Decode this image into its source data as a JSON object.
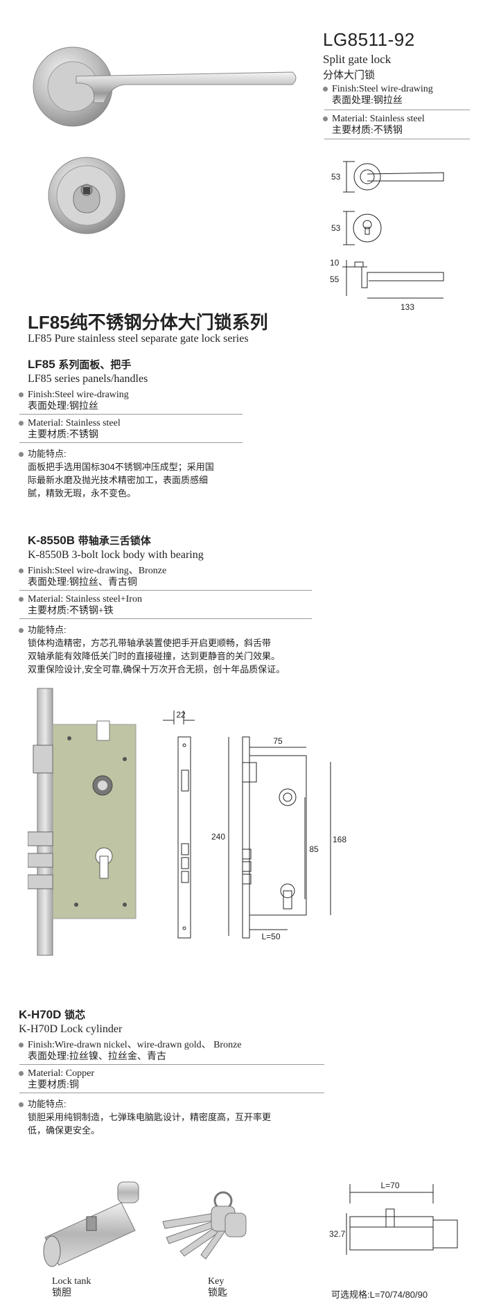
{
  "top": {
    "model": "LG8511-92",
    "name_en": "Split gate lock",
    "name_cn": "分体大门锁",
    "finish_en": "Finish:Steel wire-drawing",
    "finish_cn": "表面处理:钢拉丝",
    "material_en": "Material: Stainless steel",
    "material_cn": "主要材质:不锈钢",
    "dims": {
      "d1": "53",
      "d2": "53",
      "d3": "10",
      "d4": "55",
      "d5": "133"
    }
  },
  "series": {
    "title": "LF85纯不锈钢分体大门锁系列",
    "title_en": "LF85 Pure stainless steel separate gate lock series"
  },
  "panels": {
    "heading_code": "LF85",
    "heading_cn": "系列面板、把手",
    "heading_en": "LF85 series panels/handles",
    "finish_en": "Finish:Steel wire-drawing",
    "finish_cn": "表面处理:钢拉丝",
    "material_en": "Material: Stainless steel",
    "material_cn": "主要材质:不锈钢",
    "feature_label": "功能特点:",
    "feature_lines": [
      "面板把手选用国标304不锈钢冲压成型；采用国",
      "际最新水磨及抛光技术精密加工，表面质感细",
      "腻，精致无瑕，永不变色。"
    ]
  },
  "lockbody": {
    "heading_code": "K-8550B",
    "heading_cn": "带轴承三舌锁体",
    "heading_en": "K-8550B 3-bolt lock body with bearing",
    "finish_en": "Finish:Steel wire-drawing、Bronze",
    "finish_cn": "表面处理:钢拉丝、青古铜",
    "material_en": "Material:  Stainless steel+Iron",
    "material_cn": "主要材质:不锈钢+铁",
    "feature_label": "功能特点:",
    "feature_lines": [
      "锁体构造精密，方芯孔带轴承装置使把手开启更顺畅，斜舌带",
      "双轴承能有效降低关门时的直接碰撞，达到更静音的关门效果。",
      "双重保险设计,安全可靠,确保十万次开合无损，创十年品质保证。"
    ],
    "dims": {
      "w22": "22",
      "w75": "75",
      "h240": "240",
      "h85": "85",
      "h168": "168",
      "l50": "L=50"
    }
  },
  "cylinder": {
    "heading_code": "K-H70D",
    "heading_cn": "锁芯",
    "heading_en": "K-H70D Lock cylinder",
    "finish_en": "Finish:Wire-drawn nickel、wire-drawn gold、 Bronze",
    "finish_cn": "表面处理:拉丝镍、拉丝金、青古",
    "material_en": "Material:  Copper",
    "material_cn": "主要材质:铜",
    "feature_label": "功能特点:",
    "feature_lines": [
      "锁胆采用纯铜制造，七弹珠电脑匙设计，精密度高，互开率更",
      "低，确保更安全。"
    ],
    "caption_tank_en": "Lock tank",
    "caption_tank_cn": "锁胆",
    "caption_key_en": "Key",
    "caption_key_cn": "锁匙",
    "dims": {
      "l70": "L=70",
      "h32": "32.7"
    },
    "sizes": "可选规格:L=70/74/80/90"
  }
}
